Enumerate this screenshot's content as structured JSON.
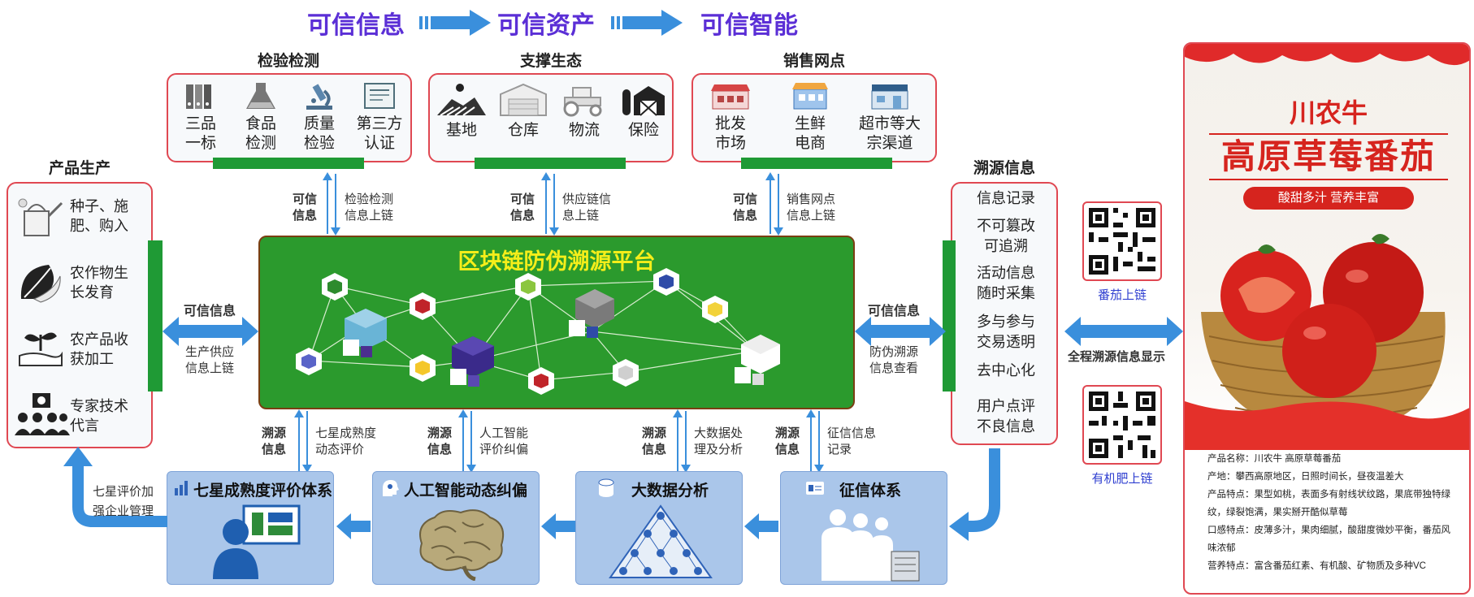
{
  "headline": {
    "step1": "可信信息",
    "step2": "可信资产",
    "step3": "可信智能"
  },
  "inspection": {
    "title": "检验检测",
    "items": [
      {
        "line1": "三品",
        "line2": "一标",
        "icon": "binders-icon"
      },
      {
        "line1": "食品",
        "line2": "检测",
        "icon": "flask-icon"
      },
      {
        "line1": "质量",
        "line2": "检验",
        "icon": "microscope-icon"
      },
      {
        "line1": "第三方",
        "line2": "认证",
        "icon": "certificate-icon"
      }
    ],
    "tag": "可信\n信息",
    "upload": "检验检测\n信息上链"
  },
  "ecosystem": {
    "title": "支撑生态",
    "items": [
      {
        "line1": "基地",
        "icon": "farm-icon"
      },
      {
        "line1": "仓库",
        "icon": "warehouse-icon"
      },
      {
        "line1": "物流",
        "icon": "tractor-icon"
      },
      {
        "line1": "保险",
        "icon": "barn-icon"
      }
    ],
    "tag": "可信\n信息",
    "upload": "供应链信\n息上链"
  },
  "sales": {
    "title": "销售网点",
    "items": [
      {
        "line1": "批发",
        "line2": "市场",
        "icon": "market-icon"
      },
      {
        "line1": "生鲜",
        "line2": "电商",
        "icon": "shop-icon"
      },
      {
        "line1": "超市等大",
        "line2": "宗渠道",
        "icon": "supermarket-icon"
      }
    ],
    "tag": "可信\n信息",
    "upload": "销售网点\n信息上链"
  },
  "production": {
    "title": "产品生产",
    "items": [
      {
        "line1": "种子、施",
        "line2": "肥、购入",
        "icon": "watering-can-icon"
      },
      {
        "line1": "农作物生",
        "line2": "长发育",
        "icon": "leaf-icon"
      },
      {
        "line1": "农产品收",
        "line2": "获加工",
        "icon": "sprout-hand-icon"
      },
      {
        "line1": "专家技术",
        "line2": "代言",
        "icon": "experts-icon"
      }
    ],
    "tag": "可信信息",
    "upload": "生产供应\n信息上链"
  },
  "platform": {
    "title": "区块链防伪溯源平台"
  },
  "trace": {
    "title": "溯源信息",
    "items": [
      "信息记录",
      "不可篡改\n可追溯",
      "活动信息\n随时采集",
      "多与参与\n交易透明",
      "去中心化",
      "用户点评\n不良信息"
    ],
    "tag": "可信信息",
    "view": "防伪溯源\n信息查看"
  },
  "display": {
    "label": "全程溯源信息显示"
  },
  "qr": {
    "tomato": "番茄上链",
    "fertilizer": "有机肥上链"
  },
  "bottom": {
    "boxes": [
      {
        "title": "七星成熟度评价体系",
        "tag": "溯源\n信息",
        "desc": "七星成熟度\n动态评价"
      },
      {
        "title": "人工智能动态纠偏",
        "tag": "溯源\n信息",
        "desc": "人工智能\n评价纠偏"
      },
      {
        "title": "大数据分析",
        "tag": "溯源\n信息",
        "desc": "大数据处\n理及分析"
      },
      {
        "title": "征信体系",
        "tag": "溯源\n信息",
        "desc": "征信信息\n记录"
      }
    ],
    "feedback": "七星评价加\n强企业管理"
  },
  "poster": {
    "brand": "川农牛",
    "product": "高原草莓番茄",
    "slogan": "酸甜多汁  营养丰富",
    "info": [
      "产品名称：川农牛 高原草莓番茄",
      "产地：攀西高原地区，日照时间长，昼夜温差大",
      "产品特点：果型如桃，表面多有射线状纹路，果底带独特绿纹，绿裂饱满，果实掰开酷似草莓",
      "口感特点：皮薄多汁，果肉细腻，酸甜度微妙平衡，番茄风味浓郁",
      "营养特点：富含番茄红素、有机酸、矿物质及多种VC"
    ]
  },
  "colors": {
    "accent": "#5b2fd6",
    "arrow": "#3a8fdc",
    "panel_border": "#e04852",
    "platform": "#2b9a2d",
    "bar": "#1f9a35",
    "bottom": "#aac6ea"
  }
}
